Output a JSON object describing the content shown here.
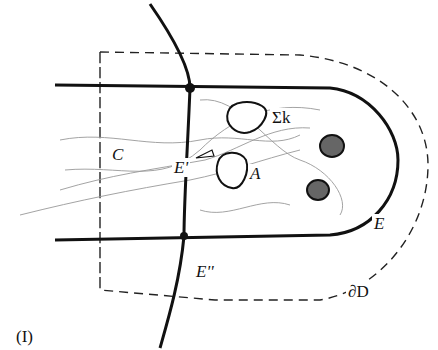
{
  "diagram": {
    "labels": [
      "C",
      "Σk",
      "E'",
      "A",
      "E",
      "E''",
      "∂D",
      "(I)"
    ]
  }
}
